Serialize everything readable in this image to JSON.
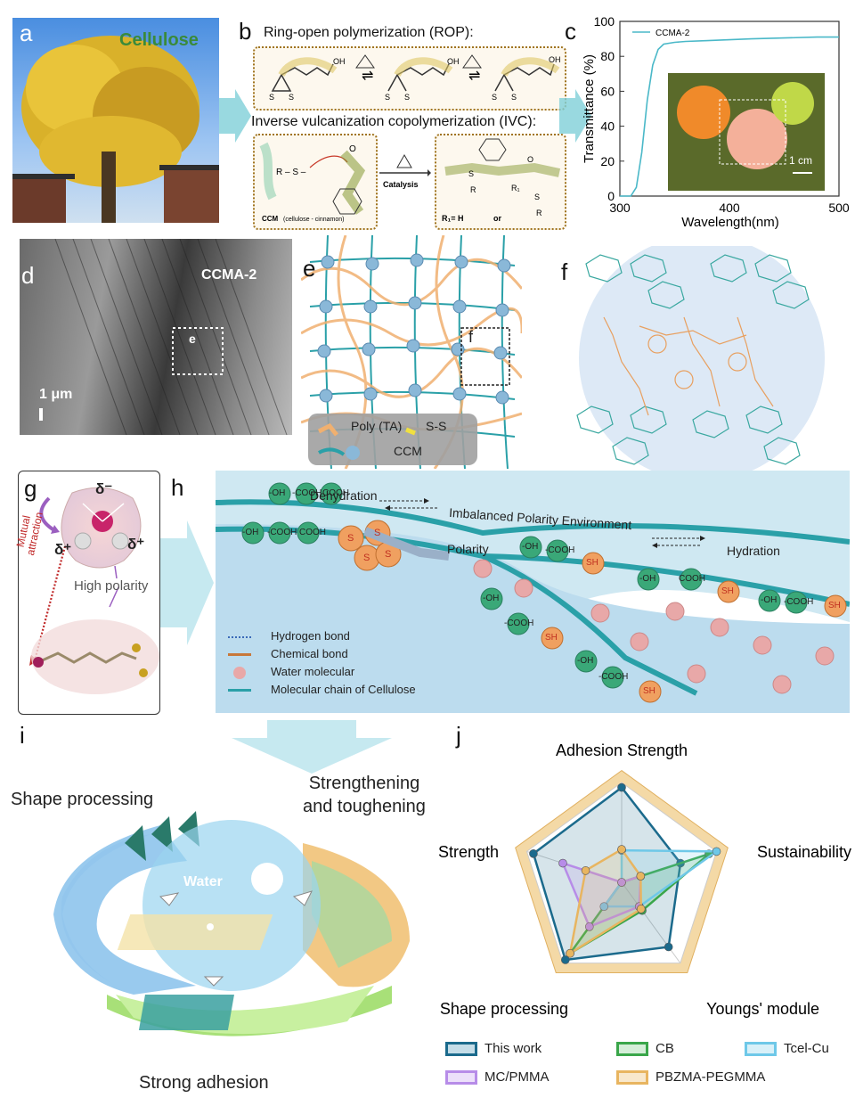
{
  "panels": {
    "a": {
      "letter": "a",
      "title": "Cellulose"
    },
    "b": {
      "letter": "b",
      "rop_title": "Ring-open polymerization (ROP):",
      "ivc_title": "Inverse vulcanization copolymerization (IVC):",
      "catalysis": "Catalysis",
      "ccm_label": "CCM",
      "ccm_full": "(cellulose - cinnamon)",
      "r1h": "R₁= H",
      "or": "or",
      "r1": "R₁"
    },
    "c": {
      "letter": "c",
      "ylabel": "Transmittance (%)",
      "xlabel": "Wavelength(nm)",
      "legend": "CCMA-2",
      "scale": "1 cm"
    },
    "d": {
      "letter": "d",
      "label": "CCMA-2",
      "scale": "1 μm",
      "inset": "e"
    },
    "e": {
      "letter": "e",
      "inset": "f",
      "legend_poly": "Poly (TA)",
      "legend_ss": "S-S",
      "legend_ccm": "CCM"
    },
    "f": {
      "letter": "f"
    },
    "g": {
      "letter": "g",
      "delta_minus": "δ⁻",
      "delta_plus1": "δ⁺",
      "delta_plus2": "δ⁺",
      "high_polarity": "High polarity",
      "mutual": "Mutual",
      "attraction": "attraction"
    },
    "h": {
      "letter": "h",
      "dehydration": "Dehydration",
      "imbalanced": "Imbalanced Polarity Environment",
      "hydration": "Hydration",
      "polarity": "Polarity",
      "legend": [
        "Hydrogen bond",
        "Chemical bond",
        "Water molecular",
        "Molecular chain of Cellulose"
      ],
      "groups": {
        "oh": "-OH",
        "cooh": "-COOH",
        "cooh2": "COOH",
        "s": "S",
        "sh": "SH"
      }
    },
    "i": {
      "letter": "i",
      "shape": "Shape processing",
      "strength1": "Strengthening",
      "strength2": "and toughening",
      "adhesion": "Strong adhesion",
      "water": "Water"
    },
    "j": {
      "letter": "j"
    }
  },
  "chart_data": {
    "type": "line",
    "x": [
      300,
      305,
      310,
      315,
      320,
      325,
      330,
      335,
      340,
      350,
      360,
      380,
      400,
      420,
      450,
      480,
      500
    ],
    "series": [
      {
        "name": "CCMA-2",
        "values": [
          0,
          0,
          0,
          5,
          25,
          55,
          75,
          84,
          87,
          88,
          88.5,
          89,
          89.5,
          90,
          90.5,
          91,
          91
        ]
      }
    ],
    "xlabel": "Wavelength(nm)",
    "ylabel": "Transmittance (%)",
    "xlim": [
      300,
      500
    ],
    "ylim": [
      0,
      100
    ],
    "xticks": [
      300,
      400,
      500
    ],
    "yticks": [
      0,
      20,
      40,
      60,
      80,
      100
    ],
    "radar": {
      "type": "radar",
      "axes": [
        "Adhesion Strength",
        "Sustainability",
        "Youngs' module",
        "Shape processing",
        "Strength"
      ],
      "series": [
        {
          "name": "This work",
          "values": [
            0.95,
            0.62,
            0.8,
            0.96,
            0.93
          ],
          "color": "#1b6a8c"
        },
        {
          "name": "CB",
          "values": [
            0.0,
            0.92,
            0.35,
            0.88,
            0.0
          ],
          "color": "#3aa64a"
        },
        {
          "name": "Tcel-Cu",
          "values": [
            0.32,
            1.0,
            0.3,
            0.3,
            0.0
          ],
          "color": "#6ec8e8"
        },
        {
          "name": "MC/PMMA",
          "values": [
            0.0,
            0.2,
            0.3,
            0.55,
            0.62
          ],
          "color": "#b78ce8"
        },
        {
          "name": "PBZMA-PEGMMA",
          "values": [
            0.33,
            0.2,
            0.33,
            0.88,
            0.38
          ],
          "color": "#e8b560"
        }
      ]
    }
  }
}
